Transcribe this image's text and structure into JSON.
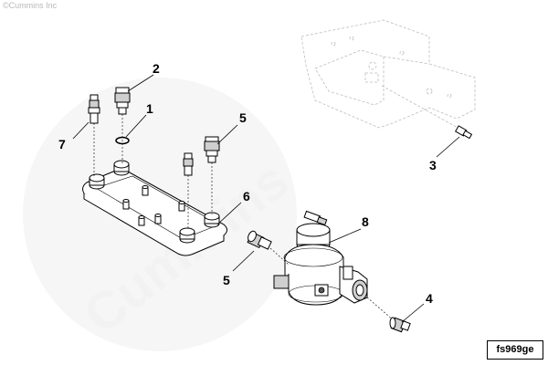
{
  "copyright": "©Cummins Inc",
  "watermark": "Cummins",
  "figure_id": "fs969ge",
  "callouts": {
    "c1": "1",
    "c2": "2",
    "c3": "3",
    "c4": "4",
    "c5a": "5",
    "c5b": "5",
    "c6": "6",
    "c7": "7",
    "c8": "8"
  }
}
